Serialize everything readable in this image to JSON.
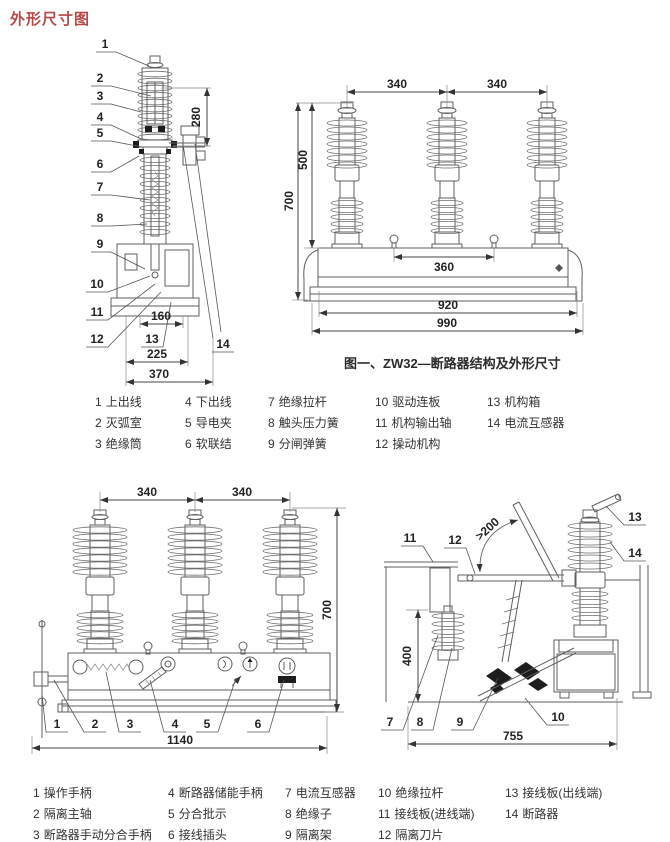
{
  "title": "外形尺寸图",
  "accent_color": "#b84747",
  "fig1": {
    "caption": "图一、ZW32—断路器结构及外形尺寸",
    "side_callouts": [
      "1",
      "2",
      "3",
      "4",
      "5",
      "6",
      "7",
      "8",
      "9",
      "10",
      "11",
      "12",
      "13",
      "14"
    ],
    "side_dims": {
      "height_top": "280",
      "width_inner": "160",
      "width_mid": "225",
      "width_total": "370"
    },
    "front_dims": {
      "span_left": "340",
      "span_right": "340",
      "height_inner": "500",
      "height_total": "700",
      "width_inner": "360",
      "width_mid": "920",
      "width_total": "990"
    },
    "legend": [
      {
        "n": "1",
        "label": "上出线"
      },
      {
        "n": "2",
        "label": "灭弧室"
      },
      {
        "n": "3",
        "label": "绝缘筒"
      },
      {
        "n": "4",
        "label": "下出线"
      },
      {
        "n": "5",
        "label": "导电夹"
      },
      {
        "n": "6",
        "label": "软联结"
      },
      {
        "n": "7",
        "label": "绝缘拉杆"
      },
      {
        "n": "8",
        "label": "触头压力簧"
      },
      {
        "n": "9",
        "label": "分闸弹簧"
      },
      {
        "n": "10",
        "label": "驱动连板"
      },
      {
        "n": "11",
        "label": "机构输出轴"
      },
      {
        "n": "12",
        "label": "操动机构"
      },
      {
        "n": "13",
        "label": "机构箱"
      },
      {
        "n": "14",
        "label": "电流互感器"
      }
    ]
  },
  "fig2": {
    "front_callouts": [
      "1",
      "2",
      "3",
      "4",
      "5",
      "6"
    ],
    "front_dims": {
      "span_left": "340",
      "span_right": "340",
      "height_total": "700",
      "width_total": "1140"
    },
    "side_callouts": [
      "7",
      "8",
      "9",
      "10",
      "11",
      "12",
      "13",
      "14"
    ],
    "side_dims": {
      "angle": ">200",
      "height": "400",
      "width_total": "755"
    },
    "legend": [
      {
        "n": "1",
        "label": "操作手柄"
      },
      {
        "n": "2",
        "label": "隔离主轴"
      },
      {
        "n": "3",
        "label": "断路器手动分合手柄"
      },
      {
        "n": "4",
        "label": "断路器储能手柄"
      },
      {
        "n": "5",
        "label": "分合批示"
      },
      {
        "n": "6",
        "label": "接线插头"
      },
      {
        "n": "7",
        "label": "电流互感器"
      },
      {
        "n": "8",
        "label": "绝缘子"
      },
      {
        "n": "9",
        "label": "隔离架"
      },
      {
        "n": "10",
        "label": "绝缘拉杆"
      },
      {
        "n": "11",
        "label": "接线板(进线端)"
      },
      {
        "n": "12",
        "label": "隔离刀片"
      },
      {
        "n": "13",
        "label": "接线板(出线端)"
      },
      {
        "n": "14",
        "label": "断路器"
      }
    ]
  }
}
